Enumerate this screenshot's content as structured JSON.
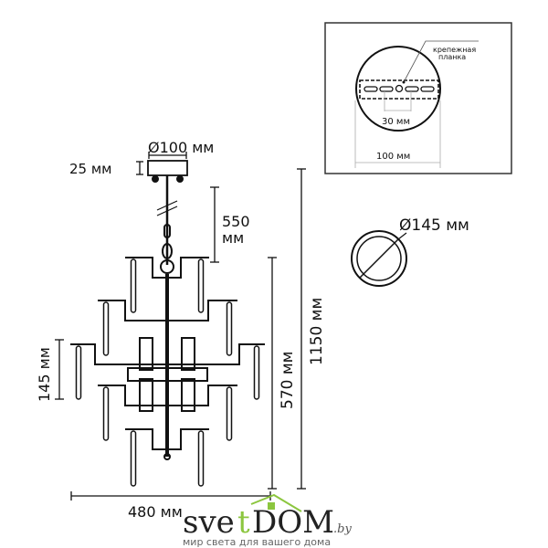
{
  "dimensions": {
    "canopy_diameter": "Ø100 мм",
    "canopy_height": "25 мм",
    "chain_length_value": "550",
    "chain_length_unit": "мм",
    "total_height": "1150 мм",
    "body_height": "570 мм",
    "tier_height": "145 мм",
    "width": "480 мм",
    "shade_diameter": "Ø145 мм"
  },
  "mount_detail": {
    "bracket_label_line1": "крепежная",
    "bracket_label_line2": "планка",
    "hole_spacing": "30 мм",
    "base_diameter": "100 мм"
  },
  "logo": {
    "brand_left": "sve",
    "brand_t": "t",
    "brand_right": "DOM",
    "domain": ".by",
    "tagline": "мир света для вашего дома",
    "accent_color": "#8cc63f"
  }
}
